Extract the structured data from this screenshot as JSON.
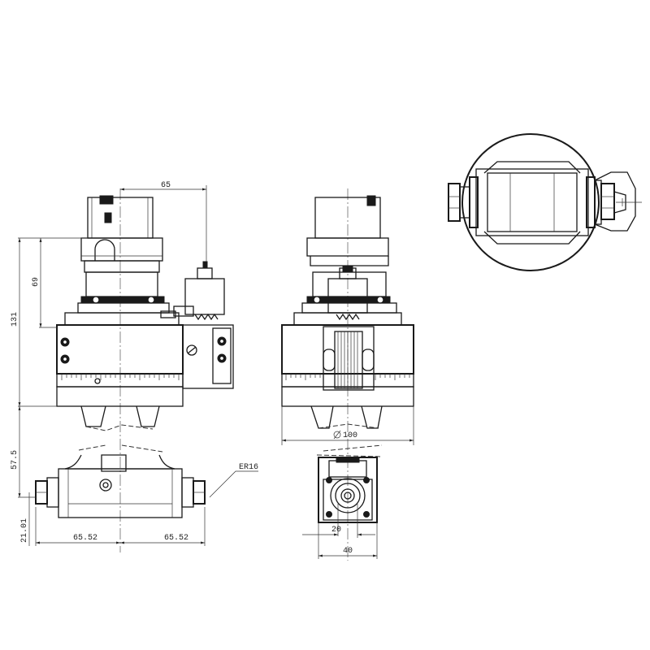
{
  "drawing": {
    "dimensions": {
      "d65_top": "65",
      "d69": "69",
      "d131": "131",
      "d57_5": "57.5",
      "d21_01": "21.01",
      "d65_52_left": "65.52",
      "d65_52_right": "65.52",
      "collet": "ER16",
      "d100": "100",
      "d20": "20",
      "d40": "40"
    },
    "views": [
      "front-view",
      "side-view",
      "bottom-view",
      "end-view",
      "top-view"
    ]
  }
}
